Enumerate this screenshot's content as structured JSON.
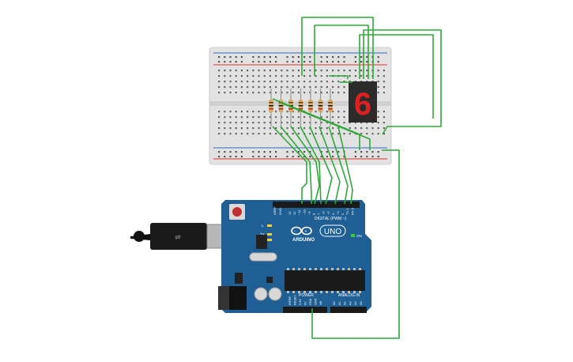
{
  "circuit": {
    "display": {
      "digit": "6",
      "segment_color": "#e02020",
      "body_color": "#2b2b2b"
    },
    "arduino": {
      "brand": "ARDUINO",
      "model": "UNO",
      "digital_label": "DIGITAL (PWM ~)",
      "power_label": "POWER",
      "analog_label": "ANALOG IN",
      "on_label": "ON",
      "tx_label": "TX",
      "rx_label": "RX",
      "l_label": "L",
      "aref_label": "AREF",
      "gnd_label": "GND",
      "digital_pins": [
        "13",
        "12",
        "~11",
        "~10",
        "~9",
        "8",
        "7",
        "~6",
        "~5",
        "4",
        "~3",
        "2",
        "TX 1",
        "RX 0"
      ],
      "power_pins": [
        "IOREF",
        "RESET",
        "3.3V",
        "5V",
        "GND",
        "GND",
        "Vin"
      ],
      "analog_pins": [
        "A0",
        "A1",
        "A2",
        "A3",
        "A4",
        "A5"
      ],
      "board_color": "#1f5f94"
    },
    "breadboard": {
      "body_color": "#e2e2e2"
    },
    "wire_color": "#2fa83a",
    "resistor_count": 7
  }
}
